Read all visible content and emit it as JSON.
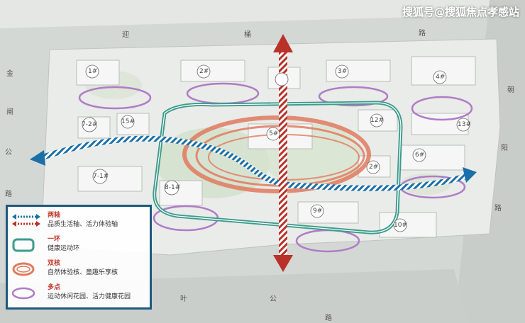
{
  "watermark": "搜狐号@搜狐焦点孝感站",
  "roads": {
    "top": [
      "迎",
      "桶",
      "路"
    ],
    "left": [
      "金",
      "阐",
      "公",
      "路"
    ],
    "right": [
      "朝",
      "阳",
      "路"
    ],
    "bottom": [
      "叶",
      "公",
      "路"
    ]
  },
  "buildings": [
    "1#",
    "2#",
    "3#",
    "4#",
    "15#",
    "12#",
    "13#",
    "7-2#",
    "5#",
    "2#",
    "6#",
    "7-1#",
    "8-1#",
    "9#",
    "10#"
  ],
  "legend": [
    {
      "title": "两轴",
      "desc": "品质生活轴、活力体验轴",
      "icon": "two-axis-icon"
    },
    {
      "title": "一环",
      "desc": "健康运动环",
      "icon": "ring-icon"
    },
    {
      "title": "双核",
      "desc": "自然体验核、童趣乐享核",
      "icon": "dual-core-icon"
    },
    {
      "title": "多点",
      "desc": "运动休闲花园、活力健康花园",
      "icon": "multi-point-icon"
    }
  ],
  "colors": {
    "axis_blue": "#1b6fa8",
    "axis_red": "#b8322a",
    "ring_green": "#3d9c8c",
    "core_orange": "#e07a5f",
    "point_purple": "#b07cc6"
  }
}
